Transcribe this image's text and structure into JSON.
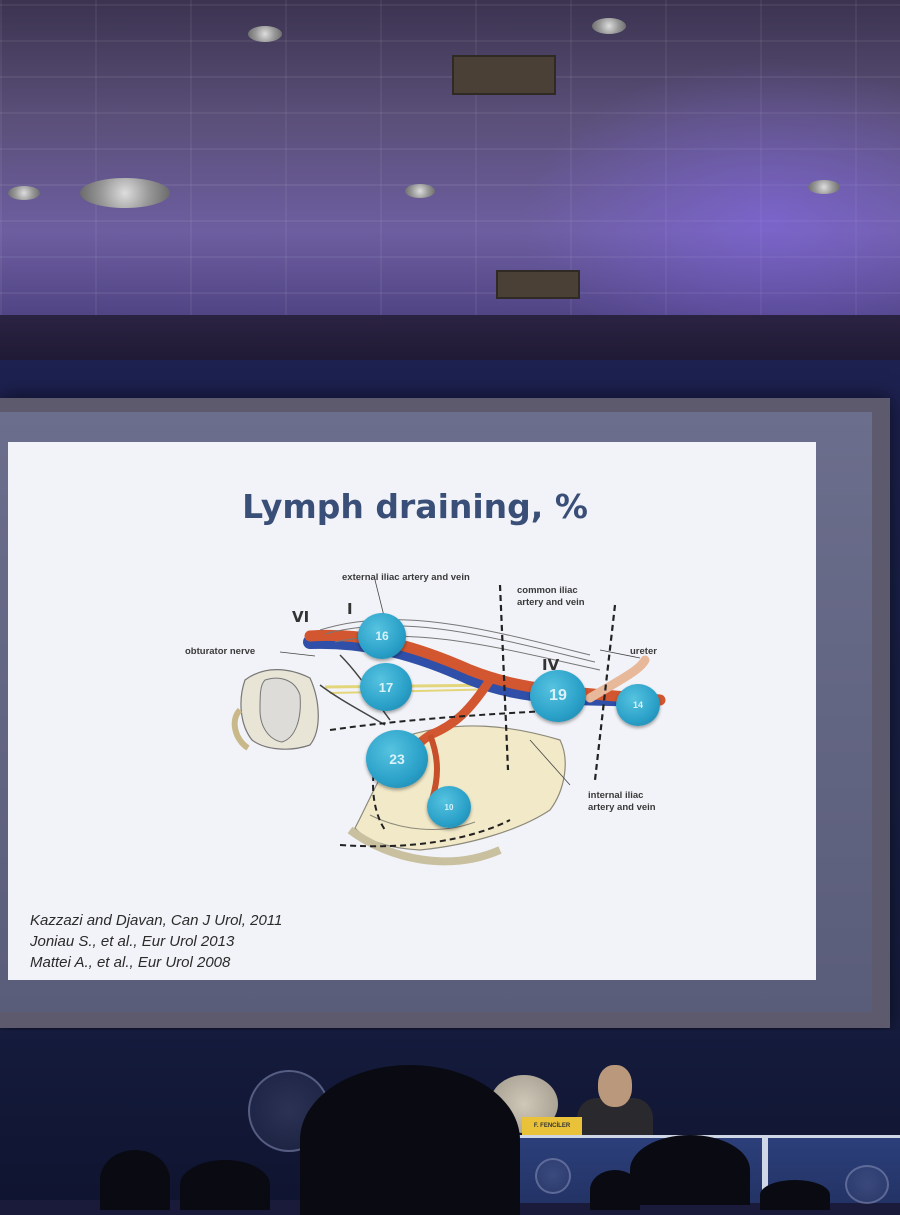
{
  "slide": {
    "title": "Lymph draining, %",
    "references": [
      "Kazzazi and Djavan, Can J Urol, 2011",
      "Joniau S., et al., Eur Urol 2013",
      "Mattei A., et al., Eur Urol 2008"
    ]
  },
  "diagram": {
    "labels": {
      "external_iliac": "external iliac artery and vein",
      "common_iliac_line1": "common iliac",
      "common_iliac_line2": "artery and vein",
      "obturator": "obturator nerve",
      "ureter": "ureter",
      "internal_iliac_line1": "internal iliac",
      "internal_iliac_line2": "artery and vein"
    },
    "roman_numerals": {
      "vi": "VI",
      "i": "I",
      "iv": "IV"
    },
    "nodes": [
      {
        "id": "external-iliac-node",
        "value": "16"
      },
      {
        "id": "obturator-node",
        "value": "17"
      },
      {
        "id": "common-iliac-node",
        "value": "19"
      },
      {
        "id": "presacral-node",
        "value": "14"
      },
      {
        "id": "internal-iliac-node",
        "value": "23"
      },
      {
        "id": "pararectal-node",
        "value": "10"
      }
    ]
  },
  "stage": {
    "nameplate": "F. FENCİLER"
  },
  "colors": {
    "slide_background": "#f2f3f8",
    "title": "#3a4f78",
    "node_fill": "#2aa0c8",
    "artery": "#d2562f",
    "vein": "#2f4fa8"
  }
}
